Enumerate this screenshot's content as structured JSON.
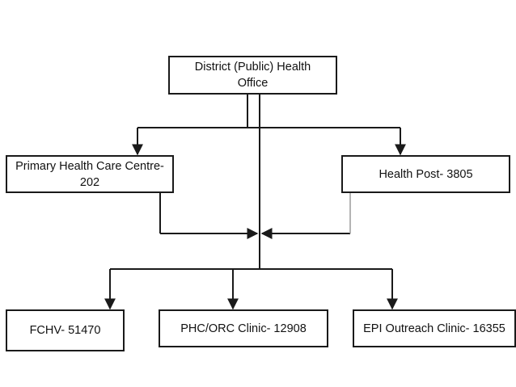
{
  "nodes": {
    "district": {
      "line1": "District (Public) Health",
      "line2": "Office"
    },
    "phcc": {
      "line1": "Primary Health Care Centre-",
      "line2": "202"
    },
    "health_post": {
      "label": "Health Post- 3805"
    },
    "fchv": {
      "label": "FCHV- 51470"
    },
    "phc_orc": {
      "label": "PHC/ORC Clinic- 12908"
    },
    "epi": {
      "label": "EPI Outreach Clinic- 16355"
    }
  },
  "colors": {
    "line": "#1a1a1a",
    "light_line": "#9a9a9a",
    "background": "#ffffff"
  }
}
